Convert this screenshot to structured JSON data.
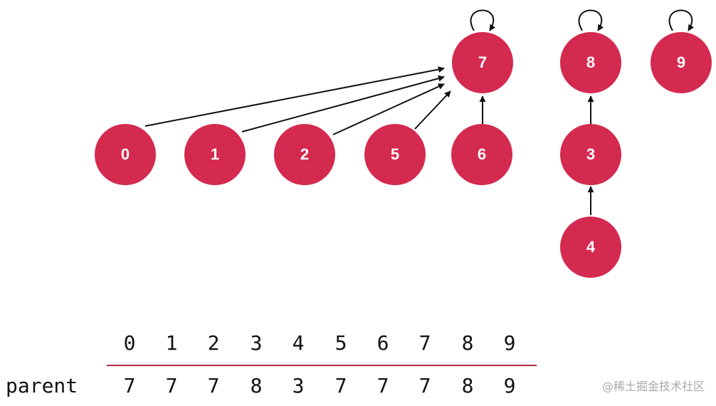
{
  "colors": {
    "node": "#d42a4f",
    "divider": "#b3283c",
    "text": "#111111"
  },
  "nodes": [
    {
      "id": "n0",
      "label": "0"
    },
    {
      "id": "n1",
      "label": "1"
    },
    {
      "id": "n2",
      "label": "2"
    },
    {
      "id": "n5",
      "label": "5"
    },
    {
      "id": "n6",
      "label": "6"
    },
    {
      "id": "n7",
      "label": "7"
    },
    {
      "id": "n3",
      "label": "3"
    },
    {
      "id": "n8",
      "label": "8"
    },
    {
      "id": "n9",
      "label": "9"
    },
    {
      "id": "n4",
      "label": "4"
    }
  ],
  "edges": [
    {
      "from": "n0",
      "to": "n7"
    },
    {
      "from": "n1",
      "to": "n7"
    },
    {
      "from": "n2",
      "to": "n7"
    },
    {
      "from": "n5",
      "to": "n7"
    },
    {
      "from": "n6",
      "to": "n7"
    },
    {
      "from": "n3",
      "to": "n8"
    },
    {
      "from": "n4",
      "to": "n3"
    }
  ],
  "self_loops": [
    "n7",
    "n8",
    "n9"
  ],
  "table": {
    "index": [
      "0",
      "1",
      "2",
      "3",
      "4",
      "5",
      "6",
      "7",
      "8",
      "9"
    ],
    "row_label": "parent",
    "parent": [
      "7",
      "7",
      "7",
      "8",
      "3",
      "7",
      "7",
      "7",
      "8",
      "9"
    ]
  },
  "watermark": "@稀土掘金技术社区"
}
